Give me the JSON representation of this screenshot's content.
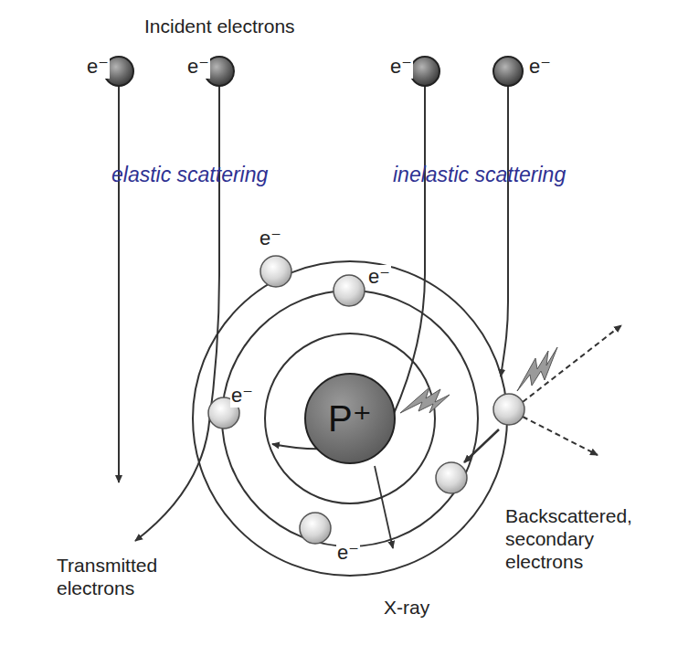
{
  "diagram": {
    "nodes": [
      {
        "text": [
          "P⁺"
        ]
      }
    ],
    "labels": [
      "Incident electrons",
      "e⁻",
      "e⁻",
      "e⁻",
      "e⁻",
      "elastic scattering",
      "inelastic scattering",
      "e⁻",
      "e⁻",
      "e⁻",
      "e⁻",
      "Transmitted electrons",
      "Backscattered, secondary electrons",
      "X-ray"
    ]
  }
}
